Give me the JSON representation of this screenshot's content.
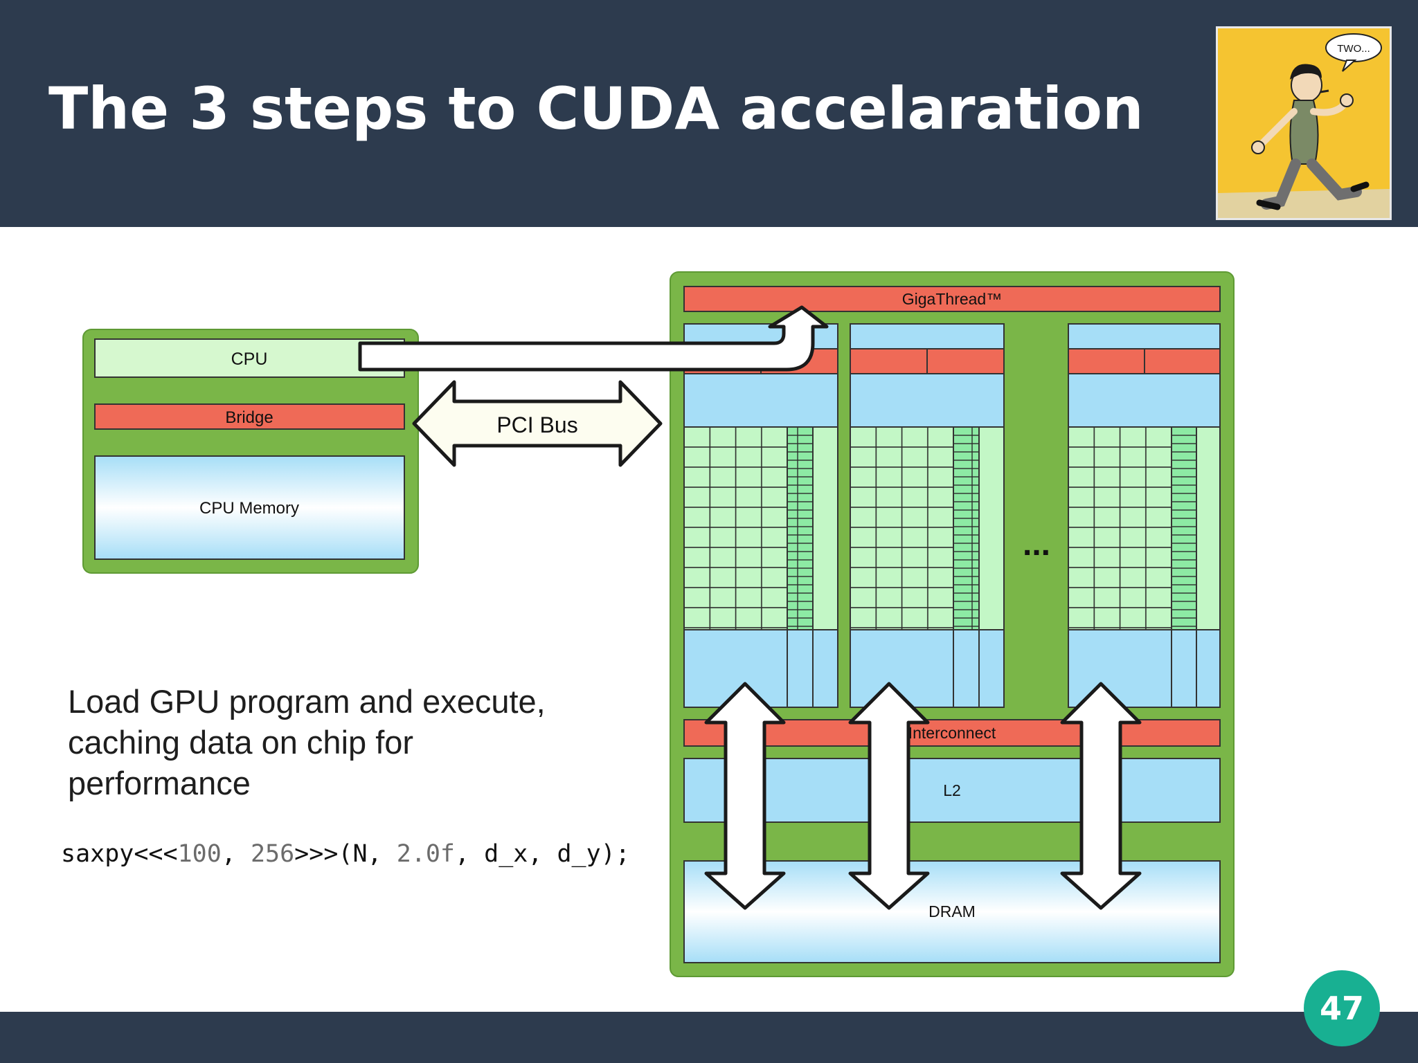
{
  "slide": {
    "title": "The 3 steps to CUDA accelaration",
    "page_number": "47",
    "description": "Load GPU program and execute, caching data on chip for performance",
    "code": {
      "prefix": "saxpy<<<",
      "grid": "100",
      "sep1": ", ",
      "block": "256",
      "mid": ">>>(N, ",
      "scalar": "2.0f",
      "suffix": ", d_x, d_y);"
    }
  },
  "comic": {
    "speech_bubble": "TWO..."
  },
  "diagram": {
    "host": {
      "cpu_label": "CPU",
      "bridge_label": "Bridge",
      "memory_label": "CPU Memory"
    },
    "bus_label": "PCI Bus",
    "gpu": {
      "gigathread_label": "GigaThread™",
      "ellipsis": "...",
      "interconnect_label": "Interconnect",
      "l2_label": "L2",
      "dram_label": "DRAM"
    },
    "colors": {
      "board_green": "#7ab648",
      "red_block": "#ef6a57",
      "blue_block": "#a6def7",
      "core_green": "#c3f7c6",
      "header_bg": "#2d3b4e",
      "badge": "#18b092"
    }
  }
}
